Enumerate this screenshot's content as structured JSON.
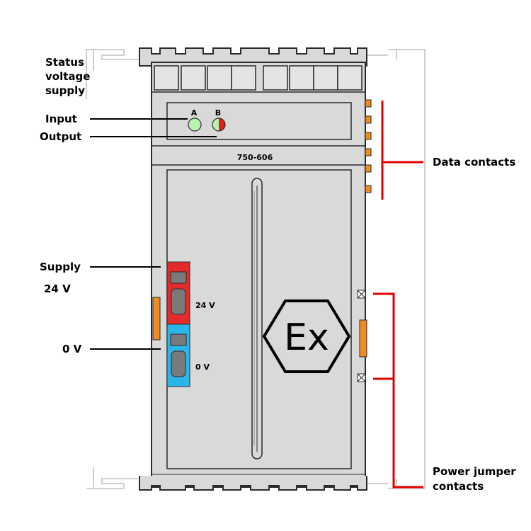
{
  "module": {
    "model": "750-606",
    "led_a_label": "A",
    "led_b_label": "B",
    "terminal_24v_label": "24 V",
    "terminal_0v_label": "0 V",
    "ex_mark": "Ex"
  },
  "callouts": {
    "status_line1": "Status",
    "status_line2": "voltage",
    "status_line3": "supply",
    "input": "Input",
    "output": "Output",
    "supply": "Supply",
    "supply_24v": "24 V",
    "zero_v": "0 V",
    "data_contacts": "Data contacts",
    "power_jumper_line1": "Power jumper",
    "power_jumper_line2": "contacts"
  },
  "colors": {
    "housing": "#d9d9d9",
    "outline": "#2b2b2b",
    "led_green": "#b7f2b0",
    "led_red": "#e02020",
    "terminal_red": "#e32b2b",
    "terminal_blue": "#2ab6e8",
    "contact_orange": "#f08a24",
    "callout_red": "#e00000"
  }
}
